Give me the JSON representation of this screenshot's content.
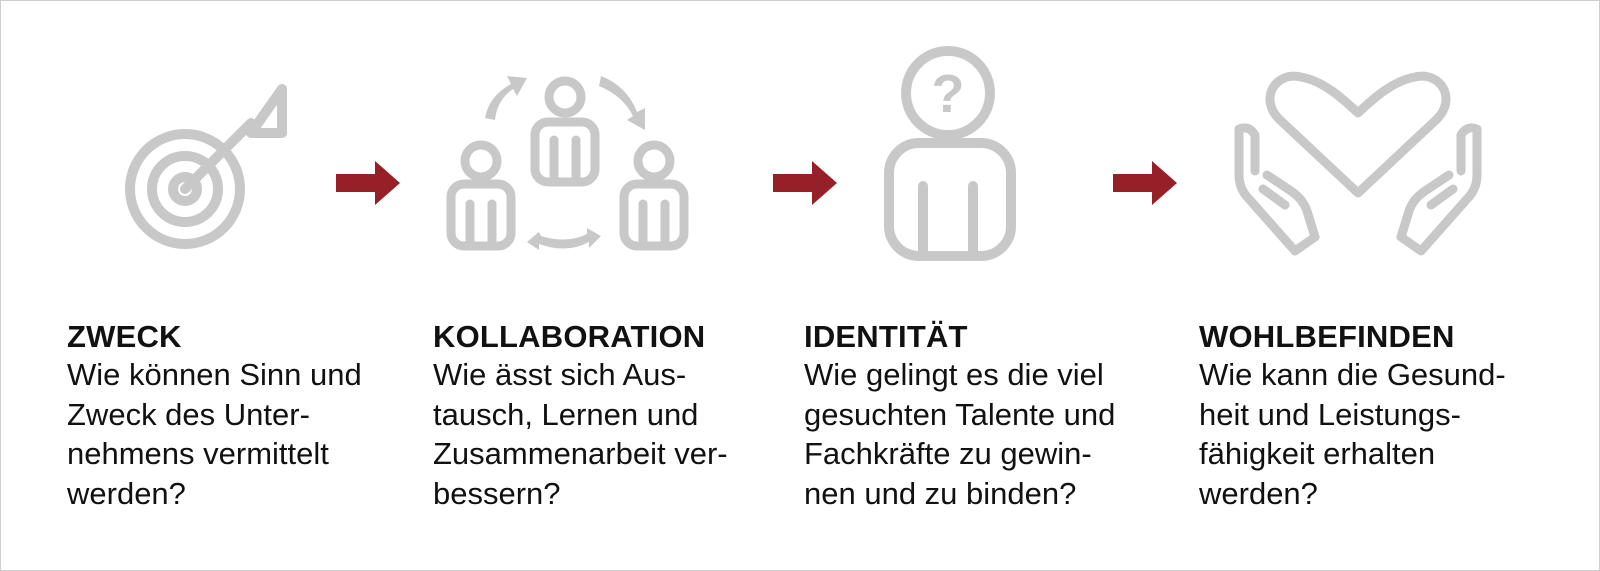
{
  "colors": {
    "icon": "#c8c8c8",
    "arrow": "#962028",
    "text": "#111111"
  },
  "steps": [
    {
      "icon": "target-icon",
      "title": "ZWECK",
      "lines": [
        "Wie können Sinn und",
        "Zweck des Unter-",
        "nehmens vermittelt",
        "werden?"
      ]
    },
    {
      "icon": "collaboration-icon",
      "title": "KOLLABORATION",
      "lines": [
        "Wie ässt sich Aus-",
        "tausch, Lernen und",
        "Zusammenarbeit ver-",
        "bessern?"
      ]
    },
    {
      "icon": "person-question-icon",
      "title": "IDENTITÄT",
      "lines": [
        "Wie gelingt es die viel",
        "gesuchten Talente und",
        "Fachkräfte zu gewin-",
        "nen und zu binden?"
      ]
    },
    {
      "icon": "heart-hands-icon",
      "title": "WOHLBEFINDEN",
      "lines": [
        "Wie kann die Gesund-",
        "heit und Leistungs-",
        "fähigkeit erhalten",
        "werden?"
      ]
    }
  ]
}
